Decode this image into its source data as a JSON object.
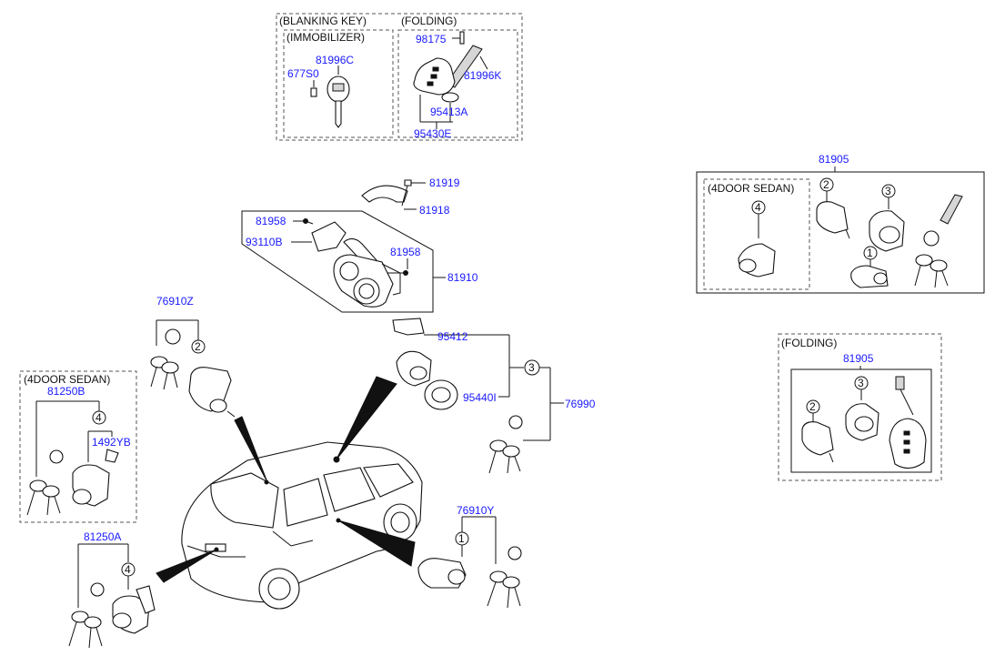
{
  "headers": {
    "blanking_key": "(BLANKING KEY)",
    "immobilizer": "(IMMOBILIZER)",
    "folding_top": "(FOLDING)",
    "folding_right": "(FOLDING)",
    "sedan_left": "(4DOOR SEDAN)",
    "sedan_right": "(4DOOR SEDAN)"
  },
  "parts": {
    "p98175": "98175",
    "p81996K": "81996K",
    "p81996C": "81996C",
    "p677S0": "677S0",
    "p95413A": "95413A",
    "p95430E": "95430E",
    "p81919": "81919",
    "p81918": "81918",
    "p81958a": "81958",
    "p93110B": "93110B",
    "p81958b": "81958",
    "p81910": "81910",
    "p76910Z": "76910Z",
    "p95412": "95412",
    "p95440I": "95440I",
    "p76990": "76990",
    "p81250B": "81250B",
    "p1492YB": "1492YB",
    "p81250A": "81250A",
    "p76910Y": "76910Y",
    "p81905a": "81905",
    "p81905b": "81905"
  },
  "callouts": {
    "c1": "1",
    "c2": "2",
    "c3": "3",
    "c4": "4"
  }
}
